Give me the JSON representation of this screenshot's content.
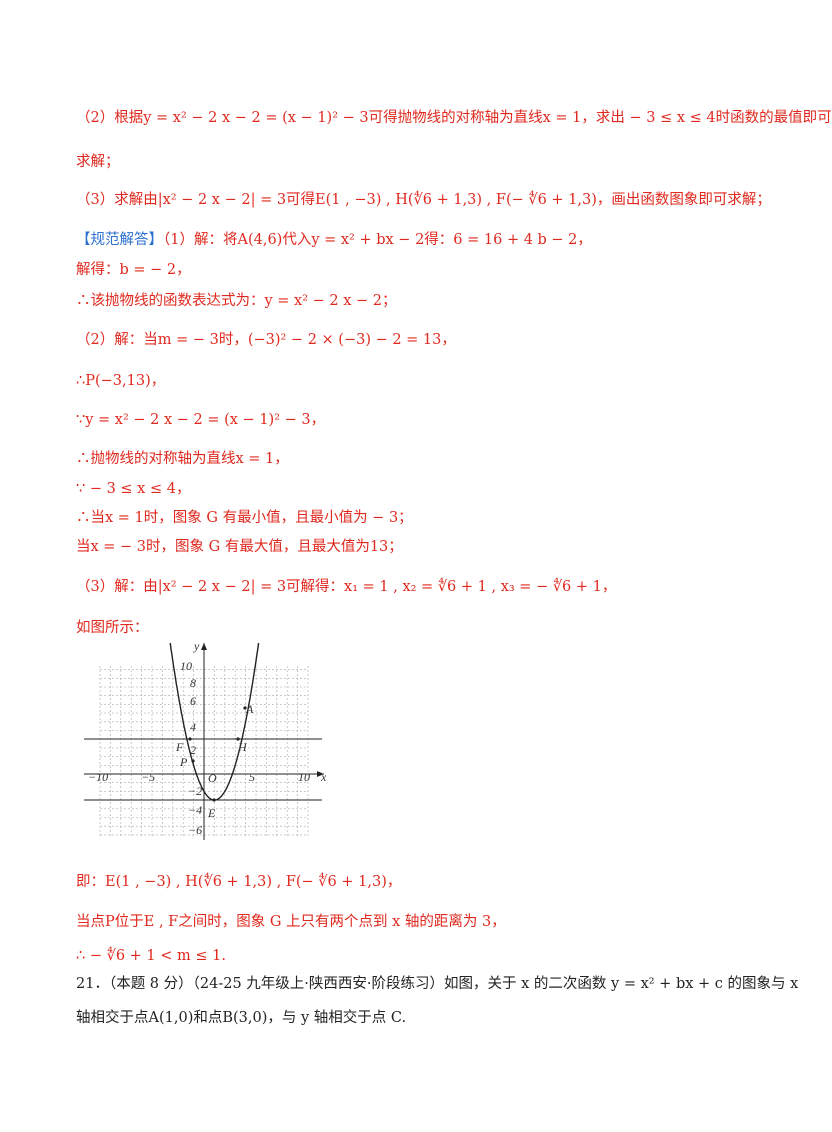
{
  "lines": {
    "l1": "（2）根据y = x² − 2 x − 2 = (x − 1)² − 3可得抛物线的对称轴为直线x = 1，求出 − 3 ≤ x ≤ 4时函数的最值即可",
    "l2": "求解；",
    "l3": "（3）求解由|x² − 2 x − 2| = 3可得E(1 , −3) , H(∜6 + 1,3) , F(− ∜6 + 1,3)，画出函数图象即可求解；",
    "l4_tag": "【规范解答】",
    "l4": "（1）解：将A(4,6)代入y = x² + bx − 2得：6 = 16 + 4 b − 2，",
    "l5": "解得：b = − 2，",
    "l6": "∴该抛物线的函数表达式为：y = x² − 2 x − 2；",
    "l7": "（2）解：当m = − 3时，(−3)² − 2 × (−3) − 2 = 13，",
    "l8": "∴P(−3,13)，",
    "l9": "∵y = x² − 2 x − 2 = (x − 1)² − 3，",
    "l10": "∴抛物线的对称轴为直线x = 1，",
    "l11": "∵ − 3 ≤ x ≤ 4，",
    "l12": "∴当x = 1时，图象 G 有最小值，且最小值为 − 3；",
    "l13": "当x = − 3时，图象 G 有最大值，且最大值为13；",
    "l14": "（3）解：由|x² − 2 x − 2| = 3可解得：x₁ = 1 , x₂ = ∜6 + 1 , x₃ = − ∜6 + 1，",
    "l15": "如图所示：",
    "l16": "即：E(1 , −3) , H(∜6 + 1,3) , F(− ∜6 + 1,3)，",
    "l17": "当点P位于E , F之间时，图象 G 上只有两个点到 x 轴的距离为 3，",
    "l18": "∴ − ∜6 + 1 < m ≤ 1.",
    "l19": "21．（本题 8 分）（24-25 九年级上·陕西西安·阶段练习）如图，关于 x 的二次函数 y = x² + bx + c 的图象与 x",
    "l20": "轴相交于点A(1,0)和点B(3,0)，与 y 轴相交于点 C."
  },
  "figure": {
    "x_ticks": [
      "−10",
      "−5",
      "5",
      "10"
    ],
    "y_ticks": [
      "10",
      "8",
      "6",
      "4",
      "2",
      "−2",
      "−4",
      "−6"
    ],
    "axis_x": "x",
    "axis_y": "y",
    "origin": "O",
    "points": {
      "A": "A",
      "F": "F",
      "H": "H",
      "P": "P",
      "E": "E"
    }
  }
}
